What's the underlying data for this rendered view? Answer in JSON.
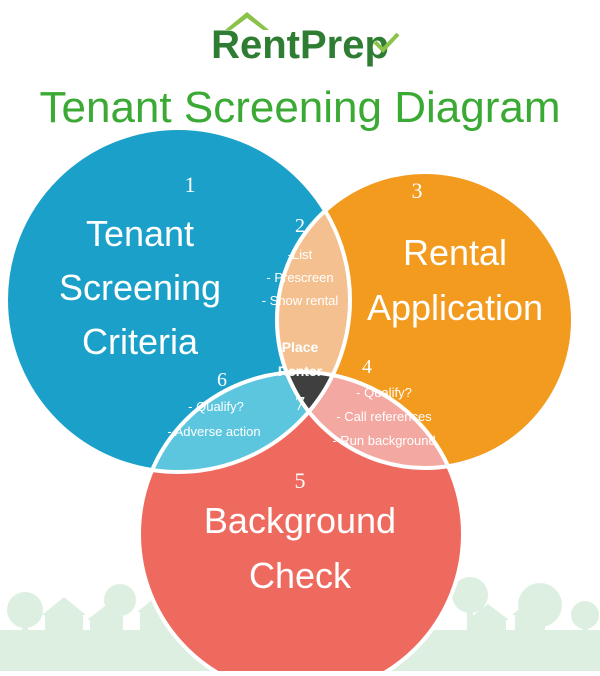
{
  "logo": {
    "part1": "Rent",
    "part2": "Prep"
  },
  "title": "Tenant Screening Diagram",
  "colors": {
    "title_green": "#3aaa35",
    "logo_dark": "#2e7d32",
    "logo_light": "#8bc34a",
    "circle1": "#1ba1c9",
    "circle3": "#f29b1e",
    "circle5": "#ee6a5f",
    "overlap2": "#f5c08f",
    "overlap4": "#f4a8a2",
    "overlap6": "#5cc6de",
    "center7": "#3f3f3f",
    "skyline": "#dcefe0"
  },
  "circle1": {
    "number": "1",
    "lines": [
      "Tenant",
      "Screening",
      "Criteria"
    ]
  },
  "circle3": {
    "number": "3",
    "lines": [
      "Rental",
      "Application"
    ]
  },
  "circle5": {
    "number": "5",
    "lines": [
      "Background",
      "Check"
    ]
  },
  "overlap2": {
    "number": "2",
    "items": [
      "-List",
      "- Prescreen",
      "- Show rental"
    ]
  },
  "overlap4": {
    "number": "4",
    "items": [
      "- Qualify?",
      "- Call references",
      "- Run background"
    ]
  },
  "overlap6": {
    "number": "6",
    "items": [
      "- Qualify?",
      "- Adverse action"
    ]
  },
  "center7": {
    "number": "7",
    "lines": [
      "Place",
      "Renter"
    ]
  }
}
